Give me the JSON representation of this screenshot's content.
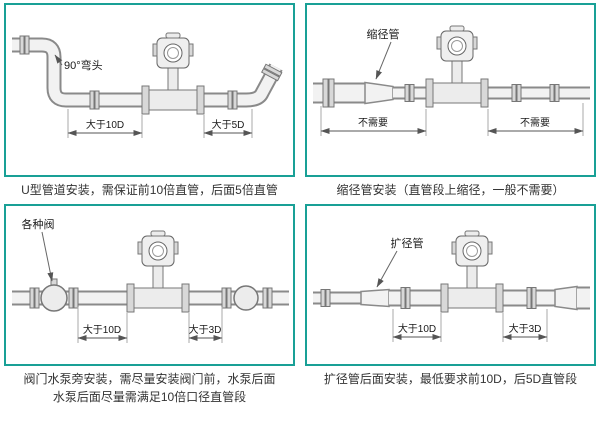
{
  "accent_color": "#19a096",
  "panels": [
    {
      "name": "u-pipe-install",
      "labels": {
        "part": "90°弯头",
        "dim1": "大于10D",
        "dim2": "大于5D"
      },
      "caption": "U型管道安装，需保证前10倍直管，后面5倍直管"
    },
    {
      "name": "reducer-install",
      "labels": {
        "part": "缩径管",
        "dim1": "不需要",
        "dim2": "不需要"
      },
      "caption": "缩径管安装（直管段上缩径，一般不需要）"
    },
    {
      "name": "valve-pump-install",
      "labels": {
        "part": "各种阀",
        "dim1": "大于10D",
        "dim2": "大于3D"
      },
      "caption": "阀门水泵旁安装，需尽量安装阀门前，水泵后面",
      "caption2": "水泵后面尽量需满足10倍口径直管段"
    },
    {
      "name": "expander-install",
      "labels": {
        "part": "扩径管",
        "dim1": "大于10D",
        "dim2": "大于3D"
      },
      "caption": "扩径管后面安装，最低要求前10D，后5D直管段"
    }
  ]
}
